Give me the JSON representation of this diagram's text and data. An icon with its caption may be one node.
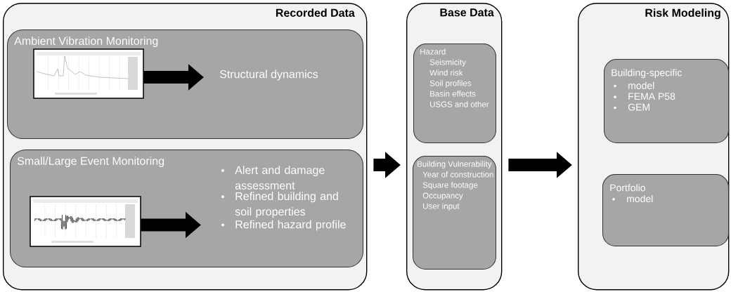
{
  "diagram": {
    "nodes": [
      {
        "text": [
          "Recorded Data"
        ]
      },
      {
        "text": [
          "Ambient Vibration Monitoring"
        ],
        "in": 0
      },
      {
        "text": [],
        "shape": "picture",
        "in": 1
      },
      {
        "text": [
          "Structural dynamics"
        ],
        "in": 1
      },
      {
        "text": [
          "Small/Large Event Monitoring"
        ],
        "in": 0
      },
      {
        "text": [],
        "shape": "picture",
        "in": 4
      },
      {
        "text": [
          "Alert and damage assessment",
          "Refined building and soil properties",
          "Refined hazard profile"
        ],
        "in": 4
      },
      {
        "text": [
          "Base Data"
        ]
      },
      {
        "text": [
          "Hazard",
          "Seismicity",
          "Wind risk",
          "Soil profiles",
          "Basin effects",
          "USGS and other"
        ],
        "in": 7
      },
      {
        "text": [
          "Building Vulnerability",
          "Year of construction",
          "Square footage",
          "Occupancy",
          "User input"
        ],
        "in": 7
      },
      {
        "text": [
          "Risk Modeling"
        ]
      },
      {
        "text": [
          "Building-specific",
          "model",
          "FEMA P58",
          "GEM"
        ],
        "in": 10
      },
      {
        "text": [
          "Portfolio",
          "model"
        ],
        "in": 10
      }
    ],
    "edges": [
      {
        "from": 2,
        "to": 3,
        "arrow": "to"
      },
      {
        "from": 5,
        "to": 6,
        "arrow": "to"
      },
      {
        "from": 0,
        "to": 7,
        "arrow": "to"
      },
      {
        "from": 7,
        "to": 10,
        "arrow": "to"
      }
    ]
  }
}
